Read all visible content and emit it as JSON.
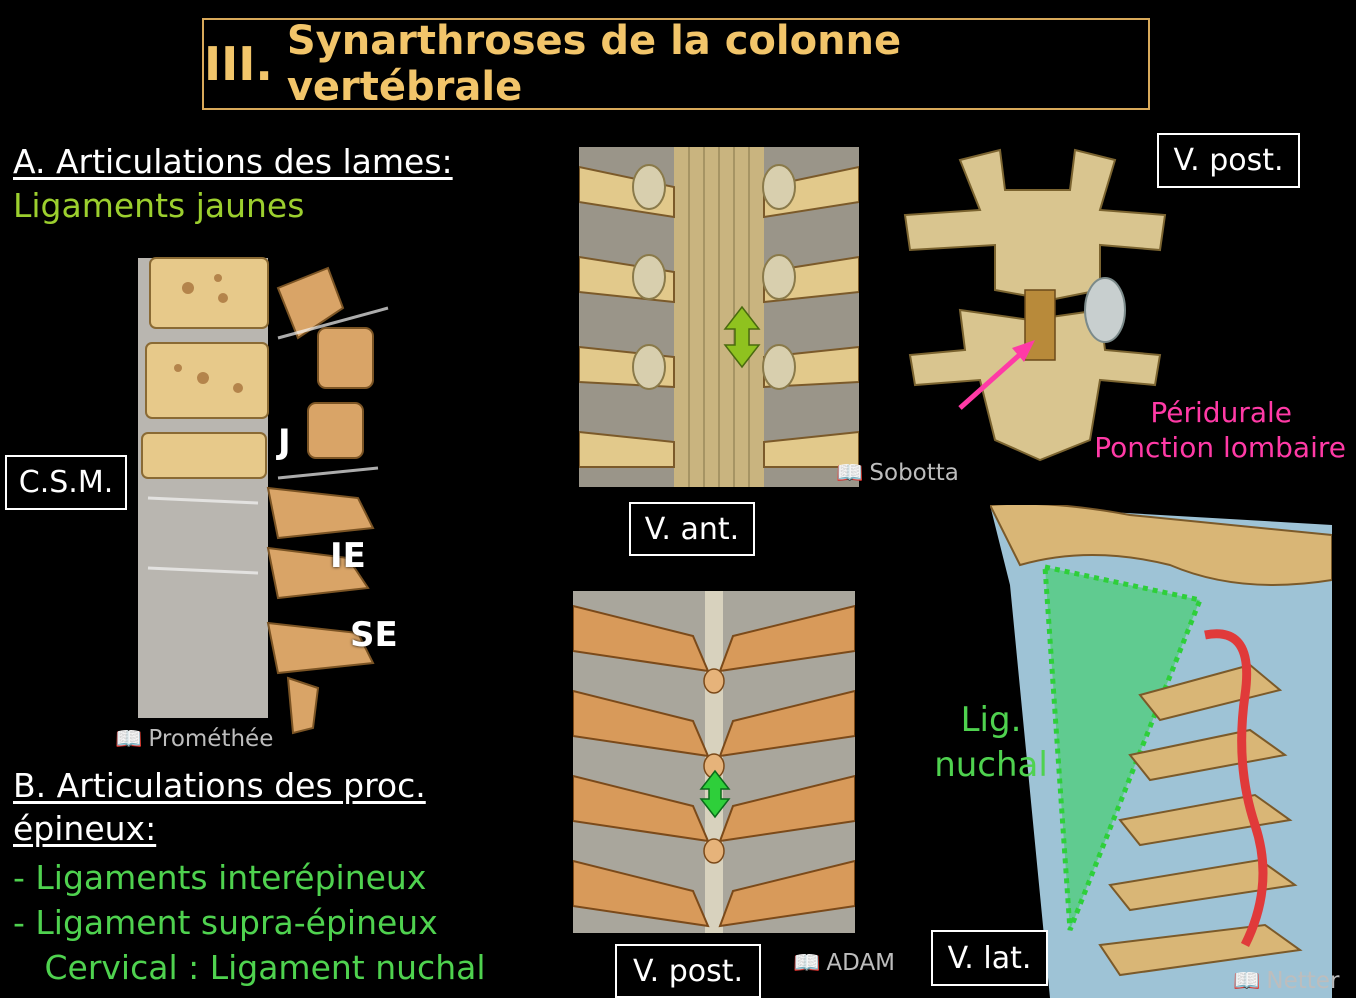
{
  "title": {
    "numeral": "III.",
    "text": "Synarthroses de la colonne vertébrale"
  },
  "section_a": {
    "heading": "A. Articulations des lames:",
    "subtitle": "Ligaments jaunes"
  },
  "section_b": {
    "heading_line1": "B. Articulations des proc.",
    "heading_line2": "épineux:",
    "items": [
      "- Ligaments interépineux",
      "- Ligament supra-épineux",
      "   Cervical : Ligament nuchal"
    ]
  },
  "labels": {
    "csm": "C.S.M.",
    "v_ant": "V. ant.",
    "v_post_top": "V. post.",
    "v_post_bottom": "V. post.",
    "v_lat": "V. lat."
  },
  "image_labels": {
    "j": "J",
    "ie": "IE",
    "se": "SE"
  },
  "credits": {
    "promethee": "Prométhée",
    "sobotta": "Sobotta",
    "adam": "ADAM",
    "netter": "Netter"
  },
  "annotations": {
    "peridurale": "Péridurale",
    "ponction": "Ponction lombaire",
    "lig": "Lig.",
    "nuchal": "nuchal"
  },
  "icons": {
    "credit_icon": "book-icon"
  },
  "colors": {
    "title": "#f2c56a",
    "title_border": "#d9a95a",
    "yellow_green": "#9ccf2e",
    "green": "#4fd24f",
    "pink": "#ff3aa6"
  }
}
